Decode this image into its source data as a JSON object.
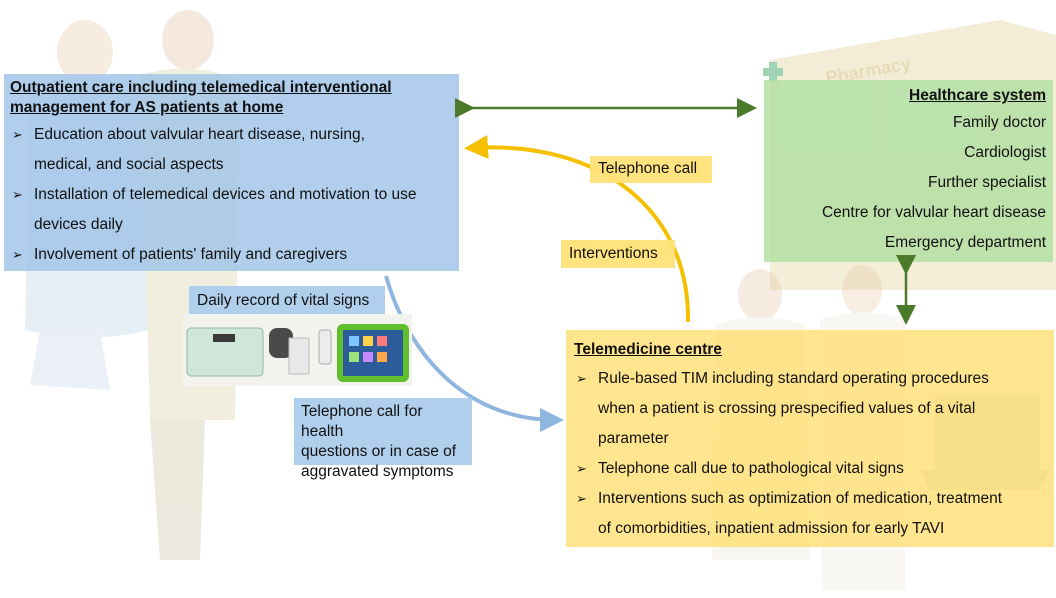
{
  "outpatient": {
    "title_line1": "Outpatient care including telemedical interventional",
    "title_line2": "management for AS patients at home",
    "items": [
      {
        "line1": "Education about valvular heart disease, nursing,",
        "line2": "medical, and social aspects"
      },
      {
        "line1": "Installation of telemedical devices and motivation to use",
        "line2": "devices daily"
      },
      {
        "line1": "Involvement of patients' family and caregivers",
        "line2": ""
      }
    ]
  },
  "healthcare": {
    "title": "Healthcare system",
    "items": [
      "Family doctor",
      "Cardiologist",
      "Further specialist",
      "Centre for valvular heart disease",
      "Emergency department"
    ]
  },
  "telemedicine": {
    "title": "Telemedicine centre",
    "items": [
      {
        "lines": [
          "Rule-based TIM including standard operating procedures",
          "when a patient is crossing prespecified values of a vital",
          "parameter"
        ]
      },
      {
        "lines": [
          "Telephone call due to pathological vital signs"
        ]
      },
      {
        "lines": [
          "Interventions such as optimization of medication, treatment",
          "of comorbidities, inpatient admission for early TAVI"
        ]
      }
    ]
  },
  "labels": {
    "daily_record": "Daily record of vital signs",
    "telephone_call": "Telephone call",
    "interventions": "Interventions",
    "patient_call_line1": "Telephone call for health",
    "patient_call_line2": "questions or in case of",
    "patient_call_line3": "aggravated symptoms"
  },
  "background": {
    "pharmacy_sign": "Pharmacy"
  },
  "colors": {
    "blue_box": "#a0c4e8",
    "green_box": "#b0dea0",
    "yellow_box": "#ffdf6e",
    "green_arrow": "#4a7a2a",
    "yellow_arrow": "#f5c000",
    "blue_arrow": "#8fb6df"
  }
}
